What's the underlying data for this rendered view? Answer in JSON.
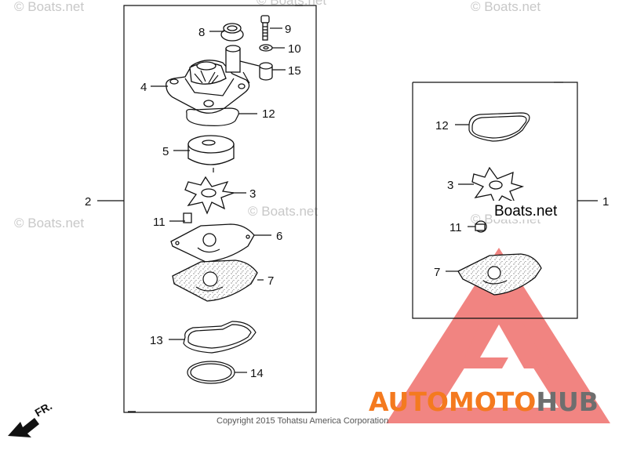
{
  "diagram": {
    "callouts": {
      "c1": "1",
      "c2": "2",
      "c3_left": "3",
      "c3_right": "3",
      "c4": "4",
      "c5": "5",
      "c6": "6",
      "c7_left": "7",
      "c7_right": "7",
      "c8": "8",
      "c9": "9",
      "c10": "10",
      "c11_left": "11",
      "c11_right": "11",
      "c12_left": "12",
      "c12_right": "12",
      "c13": "13",
      "c14": "14",
      "c15": "15"
    },
    "direction_label": "FR.",
    "copyright": "Copyright 2015 Tohatsu America Corporation",
    "watermark_text": "© Boats.net",
    "stamp_text": "Boats.net"
  },
  "branding": {
    "name_part1": "AUTO",
    "name_part2": "MOTO",
    "name_part3": "HUB",
    "colors": {
      "primary": "#f47a1f",
      "secondary": "#6e6e6e",
      "logo_red": "#e8342e"
    }
  }
}
